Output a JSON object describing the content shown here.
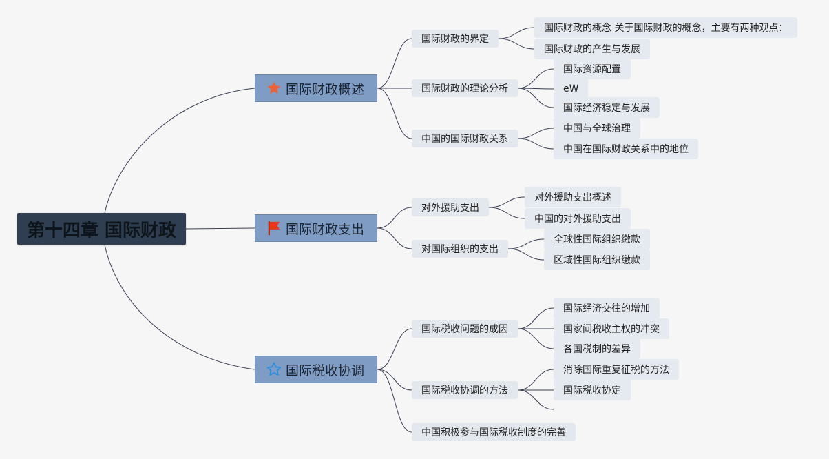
{
  "root": {
    "label": "第十四章 国际财政"
  },
  "branches": [
    {
      "label": "国际财政概述",
      "marker_icon": "star-icon",
      "marker_color": "#e8623a",
      "children": [
        {
          "label": "国际财政的界定",
          "children": [
            "国际财政的概念 关于国际财政的概念，主要有两种观点：",
            "国际财政的产生与发展"
          ]
        },
        {
          "label": "国际财政的理论分析",
          "children": [
            "国际资源配置",
            "eW",
            "国际经济稳定与发展"
          ]
        },
        {
          "label": "中国的国际财政关系",
          "children": [
            "中国与全球治理",
            "中国在国际财政关系中的地位"
          ]
        }
      ]
    },
    {
      "label": "国际财政支出",
      "marker_icon": "flag-icon",
      "marker_color": "#e23a1f",
      "children": [
        {
          "label": "对外援助支出",
          "children": [
            "对外援助支出概述",
            "中国的对外援助支出"
          ]
        },
        {
          "label": "对国际组织的支出",
          "children": [
            "全球性国际组织缴款",
            "区域性国际组织缴款"
          ]
        }
      ]
    },
    {
      "label": "国际税收协调",
      "marker_icon": "star-outline-icon",
      "marker_color": "#2f8fd8",
      "children": [
        {
          "label": "国际税收问题的成因",
          "children": [
            "国际经济交往的增加",
            "国家间税收主权的冲突",
            "各国税制的差异"
          ]
        },
        {
          "label": "国际税收协调的方法",
          "children": [
            "消除国际重复征税的方法",
            "国际税收协定",
            ""
          ]
        },
        {
          "label": "中国积极参与国际税收制度的完善",
          "children": []
        }
      ]
    }
  ],
  "colors": {
    "background": "#f6f6f6",
    "root_fill": "#2f3e50",
    "main_fill": "#7f9cc4",
    "sub_fill": "#e3e7ee",
    "line": "#3a3f52"
  }
}
